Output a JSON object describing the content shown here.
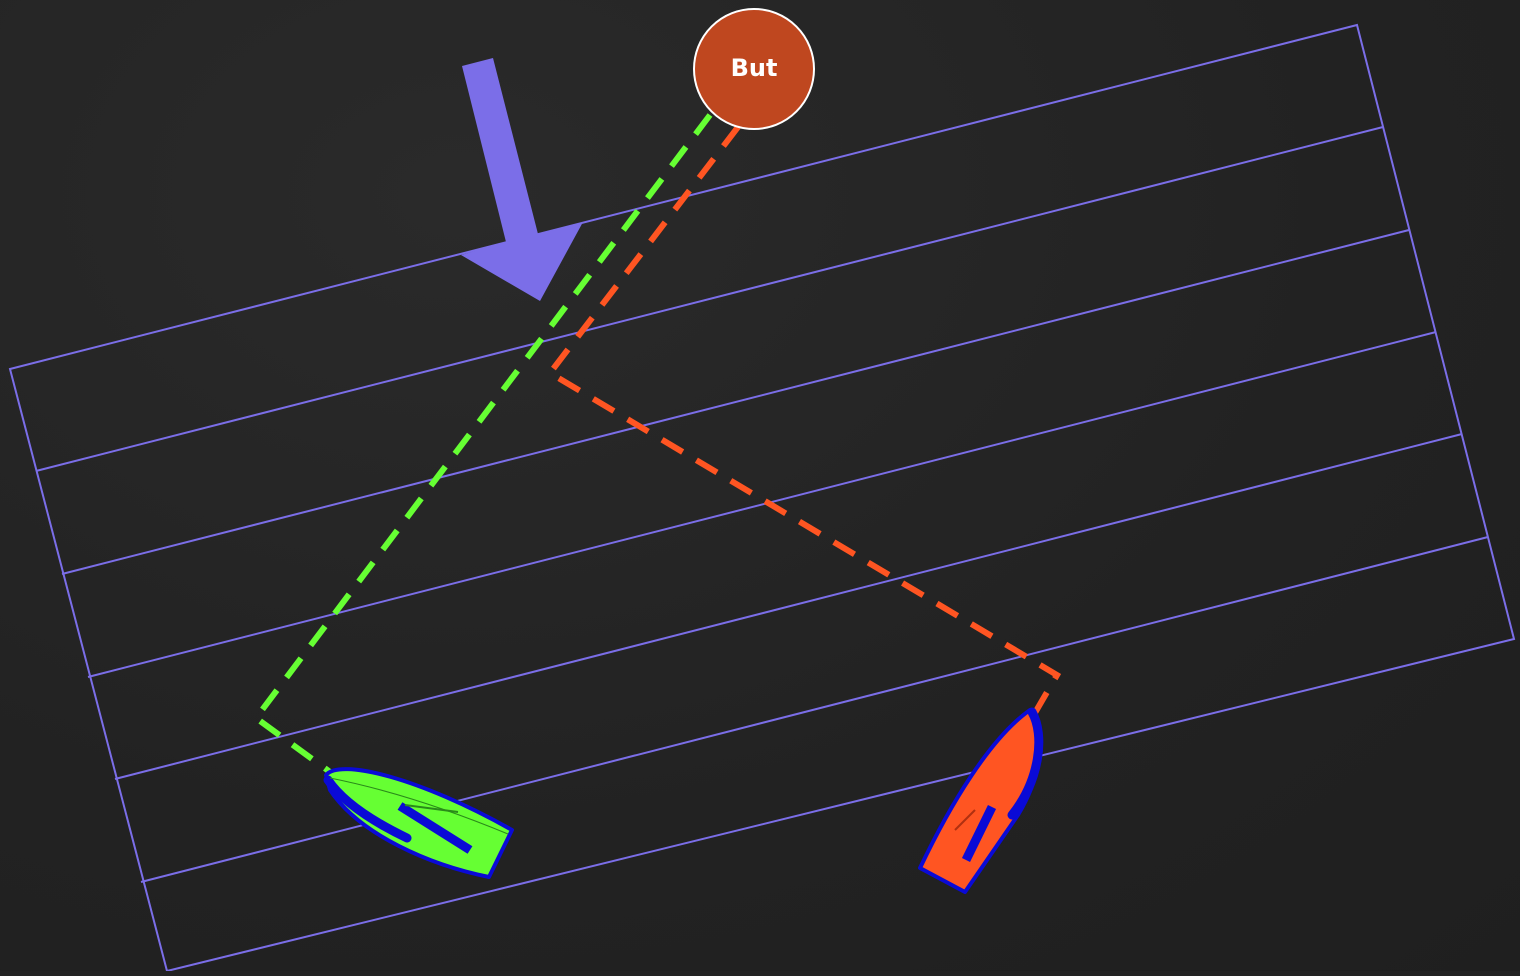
{
  "target": {
    "label": "But",
    "fill": "#bf471f",
    "stroke": "#ffffff"
  },
  "grid": {
    "color": "#7b6ee8",
    "lanes": 6
  },
  "wind_arrow": {
    "color": "#7b6ee8",
    "icon": "wind-direction-arrow-icon"
  },
  "boats": [
    {
      "name": "green-boat",
      "hull": "#66ff33",
      "trim": "#0a0ad6",
      "route_color": "#66ff33",
      "icon": "sailboat-icon"
    },
    {
      "name": "orange-boat",
      "hull": "#ff5522",
      "trim": "#0a0ad6",
      "route_color": "#ff5522",
      "icon": "sailboat-icon"
    }
  ]
}
